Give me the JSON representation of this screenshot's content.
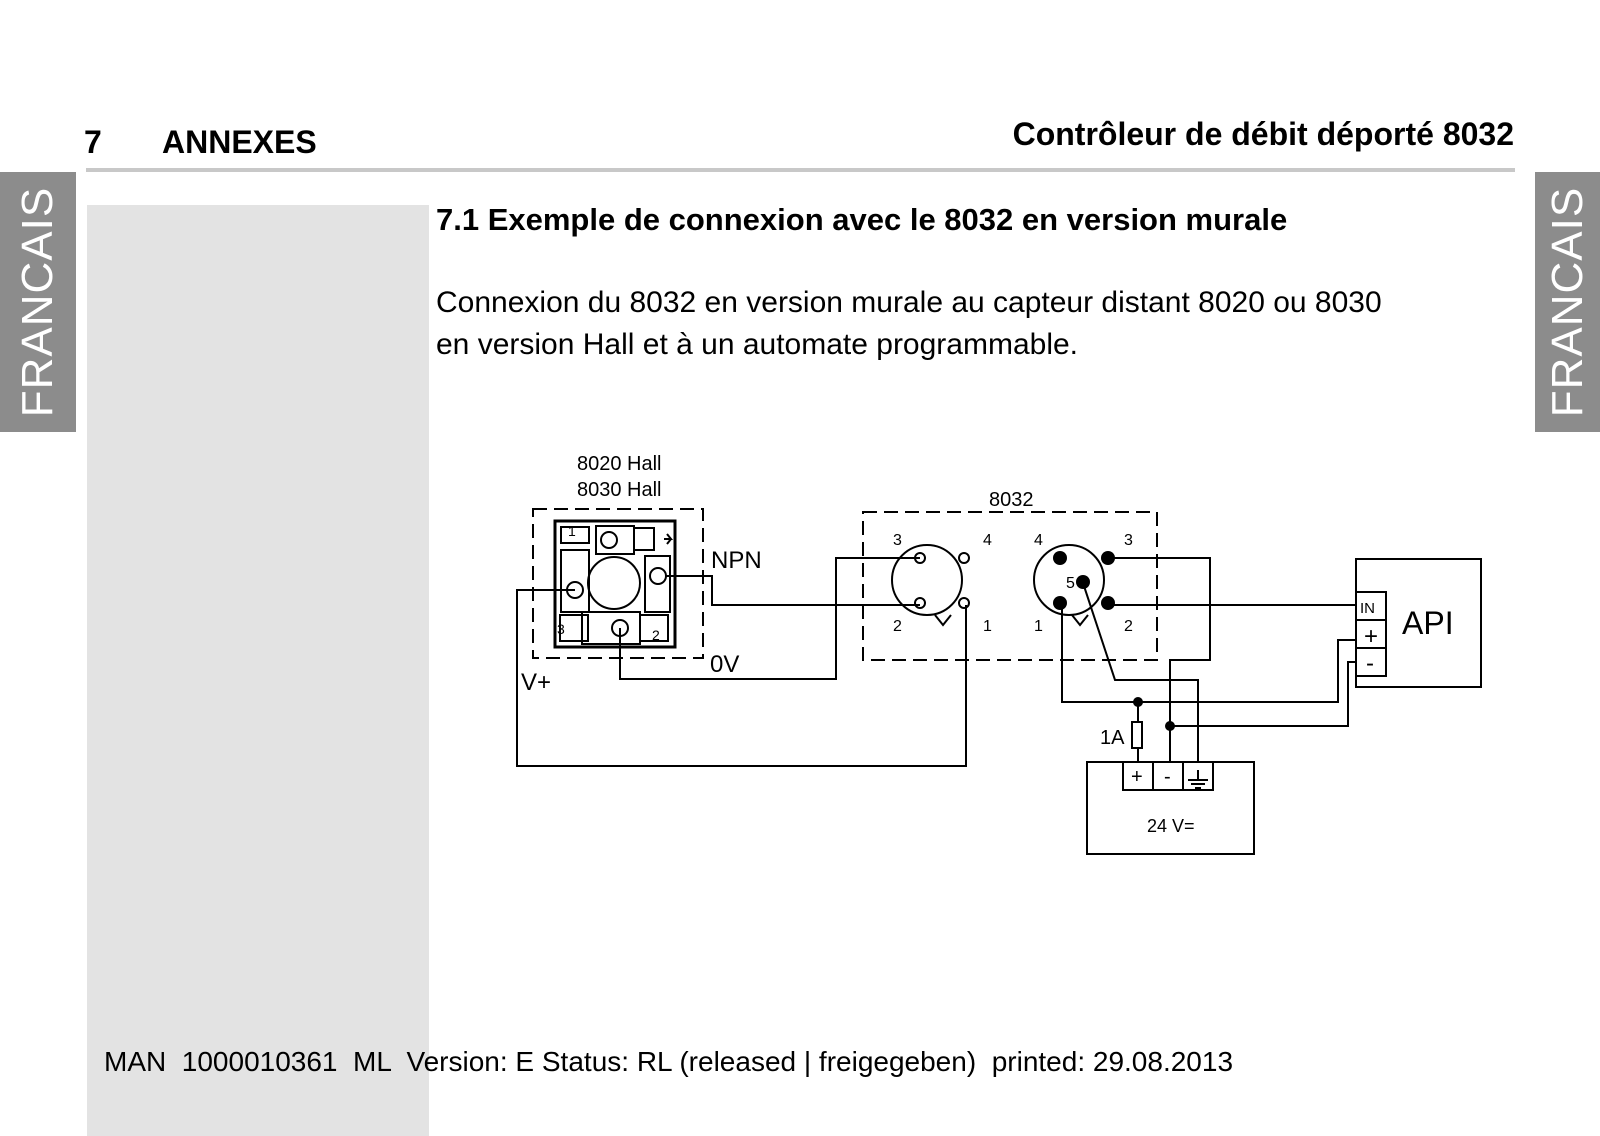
{
  "side_tabs": {
    "left": "FRANCAIS",
    "right": "FRANCAIS"
  },
  "header": {
    "chapter_number": "7",
    "chapter_title": "ANNEXES",
    "document_title": "Contrôleur de débit déporté 8032"
  },
  "section": {
    "title": "7.1  Exemple de connexion avec le 8032 en version murale",
    "intro_line1": "Connexion du 8032 en version murale au capteur distant 8020 ou 8030",
    "intro_line2": "en version Hall et à un automate programmable."
  },
  "diagram": {
    "sensor_label_1": "8020 Hall",
    "sensor_label_2": "8030 Hall",
    "sensor_pins": [
      "1",
      "3",
      "2"
    ],
    "controller_label": "8032",
    "left_connector_pins": [
      "3",
      "4",
      "2",
      "1"
    ],
    "right_connector_pins": [
      "4",
      "3",
      "5",
      "1",
      "2"
    ],
    "wire_npn": "NPN",
    "wire_0v": "0V",
    "wire_vplus": "V+",
    "fuse_label": "1A",
    "psu_terminals": [
      "+",
      "-"
    ],
    "psu_label": "24 V=",
    "plc_label": "API",
    "plc_terminals": [
      "IN",
      "+",
      "-"
    ]
  },
  "footer": {
    "text": "MAN  1000010361  ML  Version: E Status: RL (released | freigegeben)  printed: 29.08.2013"
  }
}
